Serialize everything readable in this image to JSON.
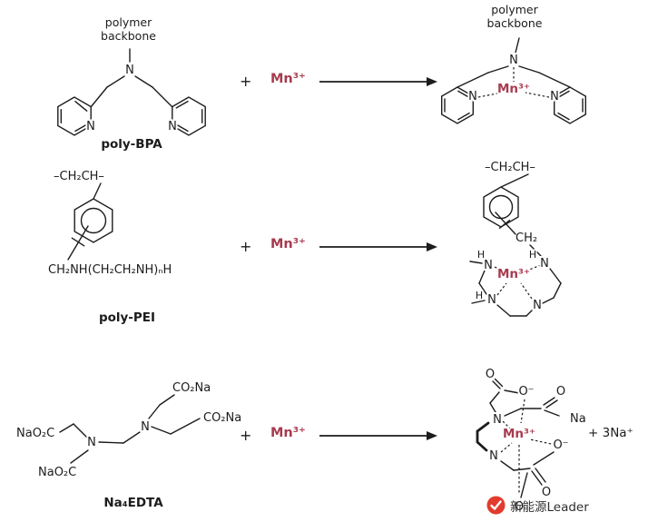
{
  "colors": {
    "background": "#ffffff",
    "structure": "#1c1c1c",
    "mn_red": "#a73b4f",
    "watermark_red": "#e23b2e"
  },
  "shared": {
    "plus": "+",
    "mn_ion": "Mn³⁺",
    "atom_n": "N",
    "atom_h": "H",
    "atom_o": "O",
    "atom_o_minus": "O⁻",
    "backbone_line1": "polymer",
    "backbone_line2": "backbone"
  },
  "reaction1": {
    "reactant_name": "poly-BPA"
  },
  "reaction2": {
    "reactant_name": "poly-PEI",
    "backbone_fragment": "–CH₂CH–",
    "amine_chain": "CH₂NH(CH₂CH₂NH)ₙH",
    "ch2": "CH₂"
  },
  "reaction3": {
    "reactant_name": "Na₄EDTA",
    "arm_co2na": "CO₂Na",
    "arm_nao2c": "NaO₂C",
    "na": "Na",
    "byproduct": "+ 3Na⁺"
  },
  "watermark": {
    "text": "新能源Leader"
  }
}
